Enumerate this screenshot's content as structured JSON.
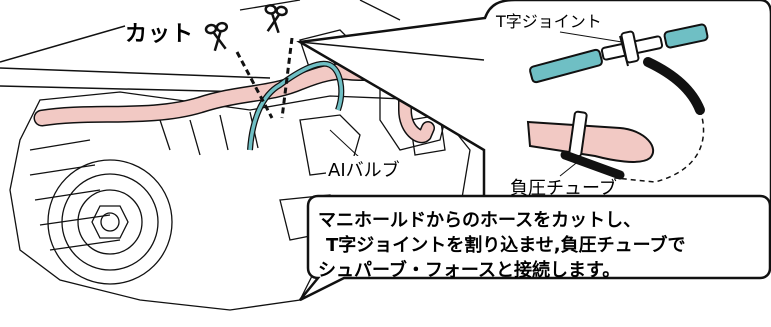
{
  "labels": {
    "cut": "カット",
    "t_joint": "T字ジョイント",
    "ai_valve": "AIバルブ",
    "vacuum_tube": "負圧チューブ"
  },
  "note": {
    "lines": [
      "マニホールドからのホースをカットし、",
      "T字ジョイントを割り込ませ,負圧チューブで",
      "シュパーブ・フォースと接続します。"
    ]
  },
  "colors": {
    "hose_pink": "#f2c9c4",
    "tube_teal": "#6fbfc4",
    "line": "#111111",
    "background": "#ffffff"
  },
  "icons": [
    "scissors-icon",
    "scissors-icon"
  ]
}
